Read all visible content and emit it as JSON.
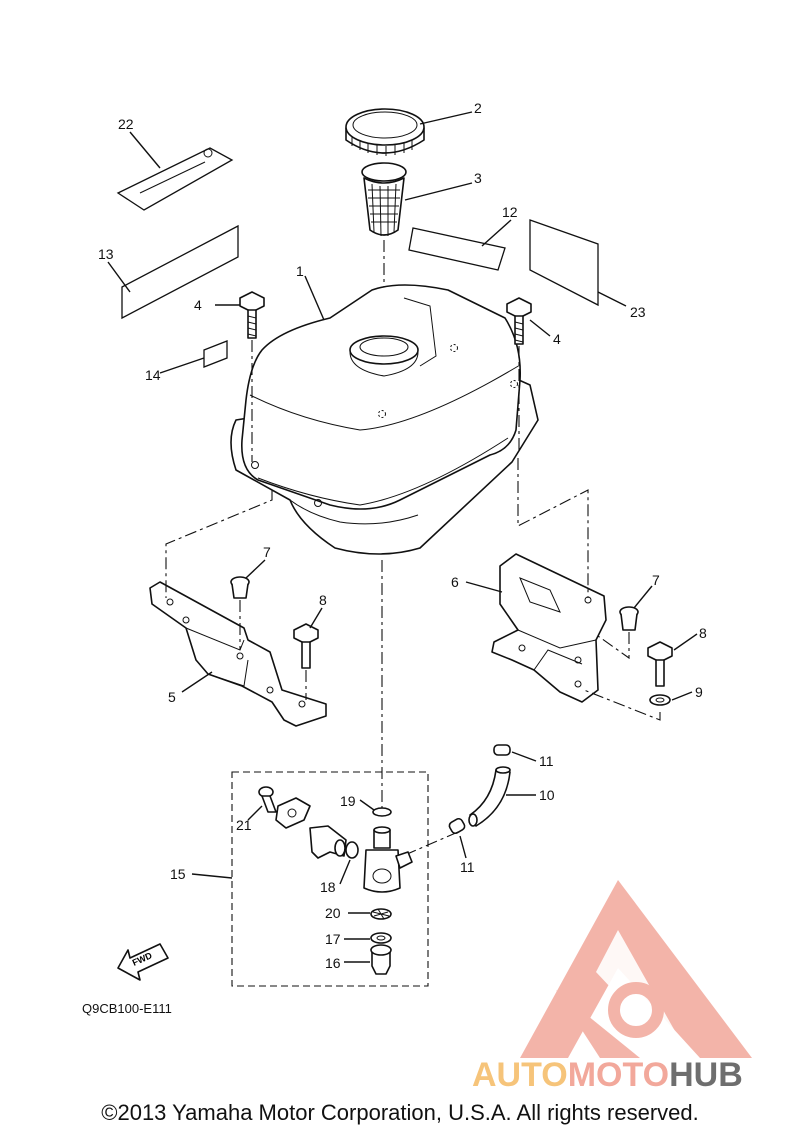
{
  "diagram_code": "Q9CB100-E111",
  "fwd_label": "FWD",
  "copyright": "©2013 Yamaha Motor Corporation, U.S.A. All rights reserved.",
  "watermark": {
    "word_a": "AUTO",
    "word_b": "MOTO",
    "word_c": "HUB",
    "color_a": "#f6c47a",
    "color_b": "#f2a89b",
    "color_c": "#6e6e6e",
    "logo_color": "#f2a89b"
  },
  "callouts": [
    "1",
    "2",
    "3",
    "4",
    "4",
    "5",
    "6",
    "7",
    "7",
    "8",
    "8",
    "9",
    "10",
    "11",
    "11",
    "12",
    "13",
    "14",
    "15",
    "16",
    "17",
    "18",
    "19",
    "20",
    "21",
    "22",
    "23"
  ]
}
